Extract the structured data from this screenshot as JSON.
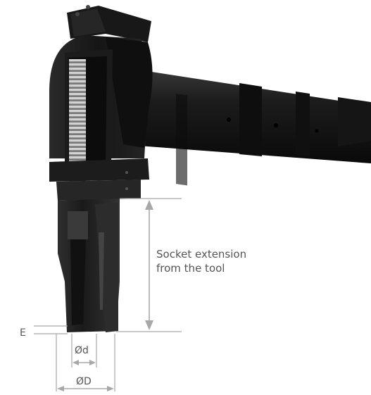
{
  "callout": {
    "line1": "Socket extension",
    "line2": "from the tool"
  },
  "labels": {
    "e": "E",
    "inner_diameter": "Ød",
    "outer_diameter": "ØD"
  },
  "colors": {
    "tool_body": "#1e1e1e",
    "tool_dark": "#0d0d0d",
    "spring": "#bdbdbd",
    "dimension_line": "#a8a8a8",
    "text": "#555555"
  }
}
